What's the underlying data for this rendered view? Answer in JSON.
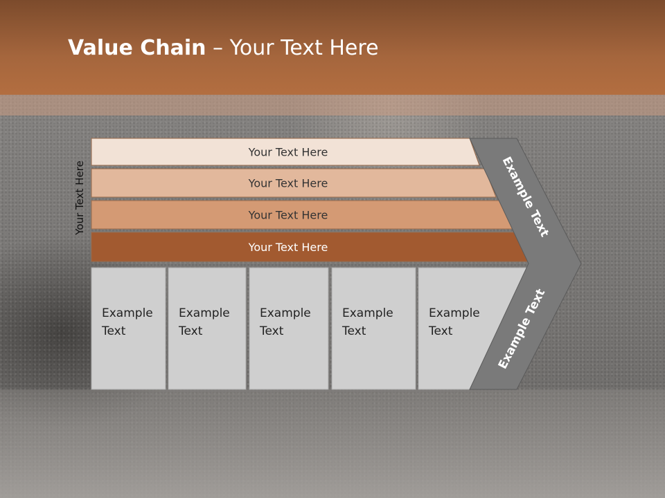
{
  "slide": {
    "title_bold": "Value Chain",
    "title_rest": " – Your Text Here",
    "side_label": "Your Text Here"
  },
  "bars": [
    {
      "label": "Your Text Here",
      "fill": "#f2e2d6",
      "text_color": "#333333"
    },
    {
      "label": "Your Text Here",
      "fill": "#e2b89c",
      "text_color": "#333333"
    },
    {
      "label": "Your Text Here",
      "fill": "#d49a74",
      "text_color": "#333333"
    },
    {
      "label": "Your Text Here",
      "fill": "#a25a30",
      "text_color": "#ffffff"
    }
  ],
  "boxes": [
    {
      "line1": "Example",
      "line2": "Text"
    },
    {
      "line1": "Example",
      "line2": "Text"
    },
    {
      "line1": "Example",
      "line2": "Text"
    },
    {
      "line1": "Example",
      "line2": "Text"
    },
    {
      "line1": "Example",
      "line2": "Text"
    }
  ],
  "chevron": {
    "upper_label": "Example Text",
    "lower_label": "Example Text",
    "fill": "#7a7a7a"
  },
  "colors": {
    "header": "#a5663d",
    "box_fill": "#cfcfcf"
  }
}
